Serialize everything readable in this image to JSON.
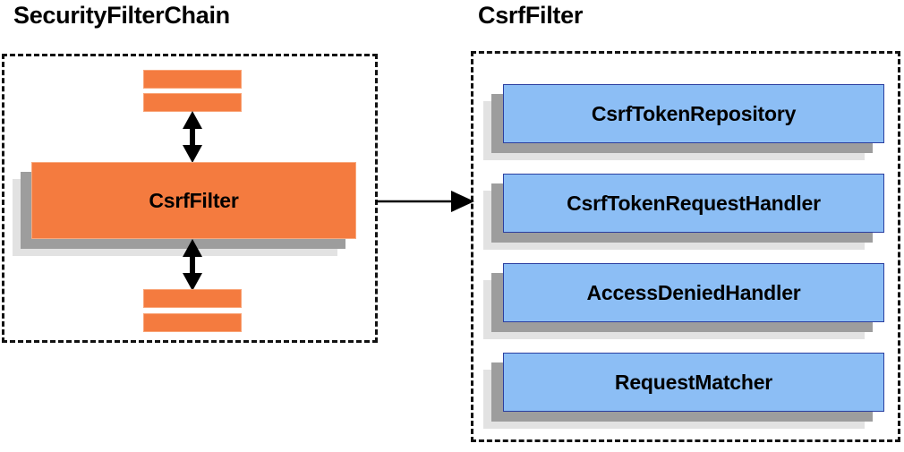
{
  "diagram": {
    "type": "component-diagram",
    "title_left": "SecurityFilterChain",
    "title_right": "CsrfFilter",
    "left_panel": {
      "label": "SecurityFilterChain",
      "chain_bars_above": 2,
      "chain_bars_below": 2,
      "node": {
        "label": "CsrfFilter",
        "color": "#F47B3F"
      },
      "arrow_above": "double-headed-vertical-arrow",
      "arrow_below": "double-headed-vertical-arrow"
    },
    "right_panel": {
      "label": "CsrfFilter",
      "nodes": [
        {
          "label": "CsrfTokenRepository",
          "color": "#8CBEF5"
        },
        {
          "label": "CsrfTokenRequestHandler",
          "color": "#8CBEF5"
        },
        {
          "label": "AccessDeniedHandler",
          "color": "#8CBEF5"
        },
        {
          "label": "RequestMatcher",
          "color": "#8CBEF5"
        }
      ]
    },
    "connector": {
      "name": "csrffilter-expansion-arrow",
      "from": "SecurityFilterChain.CsrfFilter",
      "to": "CsrfFilter panel",
      "style": "solid-single-headed-arrow"
    },
    "colors": {
      "orange": "#F47B3F",
      "orange_border": "#F7A97E",
      "blue": "#8CBEF5",
      "blue_border": "#2B3FA0",
      "shadow_dark": "#9D9D9D",
      "shadow_light": "#E2E2E2",
      "outline": "#111111",
      "text": "#000000",
      "background": "#FFFFFF"
    }
  }
}
